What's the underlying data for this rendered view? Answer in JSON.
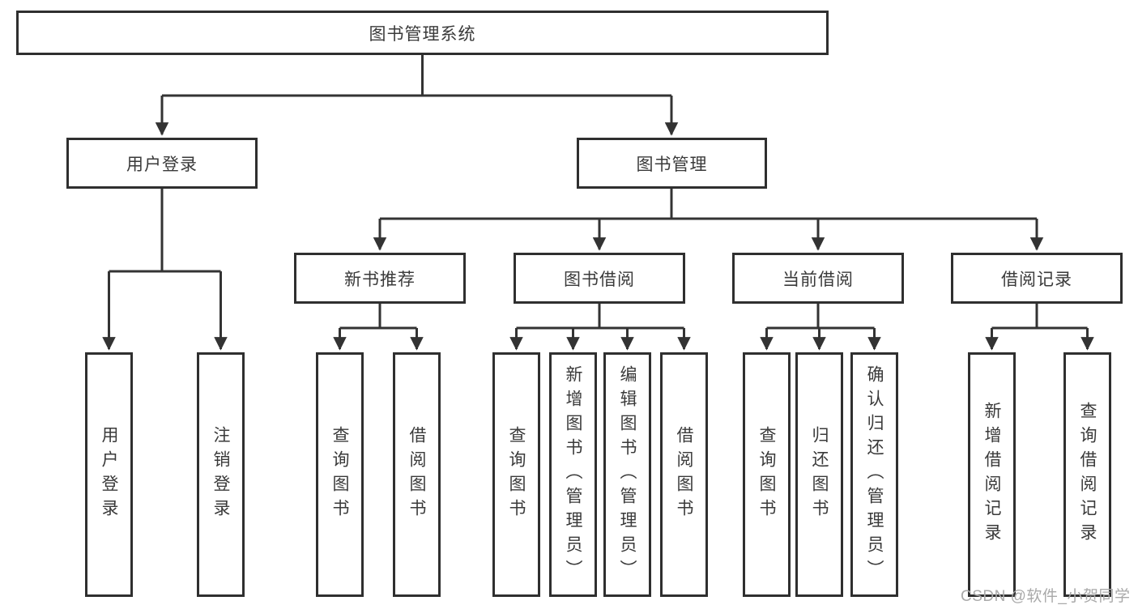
{
  "diagram": {
    "root": {
      "label": "图书管理系统"
    },
    "groups": [
      {
        "label": "用户登录",
        "children": [
          {
            "label": "用户登录"
          },
          {
            "label": "注销登录"
          }
        ]
      },
      {
        "label": "图书管理",
        "sections": [
          {
            "label": "新书推荐",
            "children": [
              {
                "label": "查询图书"
              },
              {
                "label": "借阅图书"
              }
            ]
          },
          {
            "label": "图书借阅",
            "children": [
              {
                "label": "查询图书"
              },
              {
                "label": "新增图书（管理员）"
              },
              {
                "label": "编辑图书（管理员）"
              },
              {
                "label": "借阅图书"
              }
            ]
          },
          {
            "label": "当前借阅",
            "children": [
              {
                "label": "查询图书"
              },
              {
                "label": "归还图书"
              },
              {
                "label": "确认归还（管理员）"
              }
            ]
          },
          {
            "label": "借阅记录",
            "children": [
              {
                "label": "新增借阅记录"
              },
              {
                "label": "查询借阅记录"
              }
            ]
          }
        ]
      }
    ],
    "watermark": "CSDN @软件_小贺同学",
    "colors": {
      "line": "#333333",
      "border": "#2f2f2f",
      "text": "#3a3a3a",
      "watermark": "#a9a9a9",
      "background": "#ffffff"
    }
  }
}
